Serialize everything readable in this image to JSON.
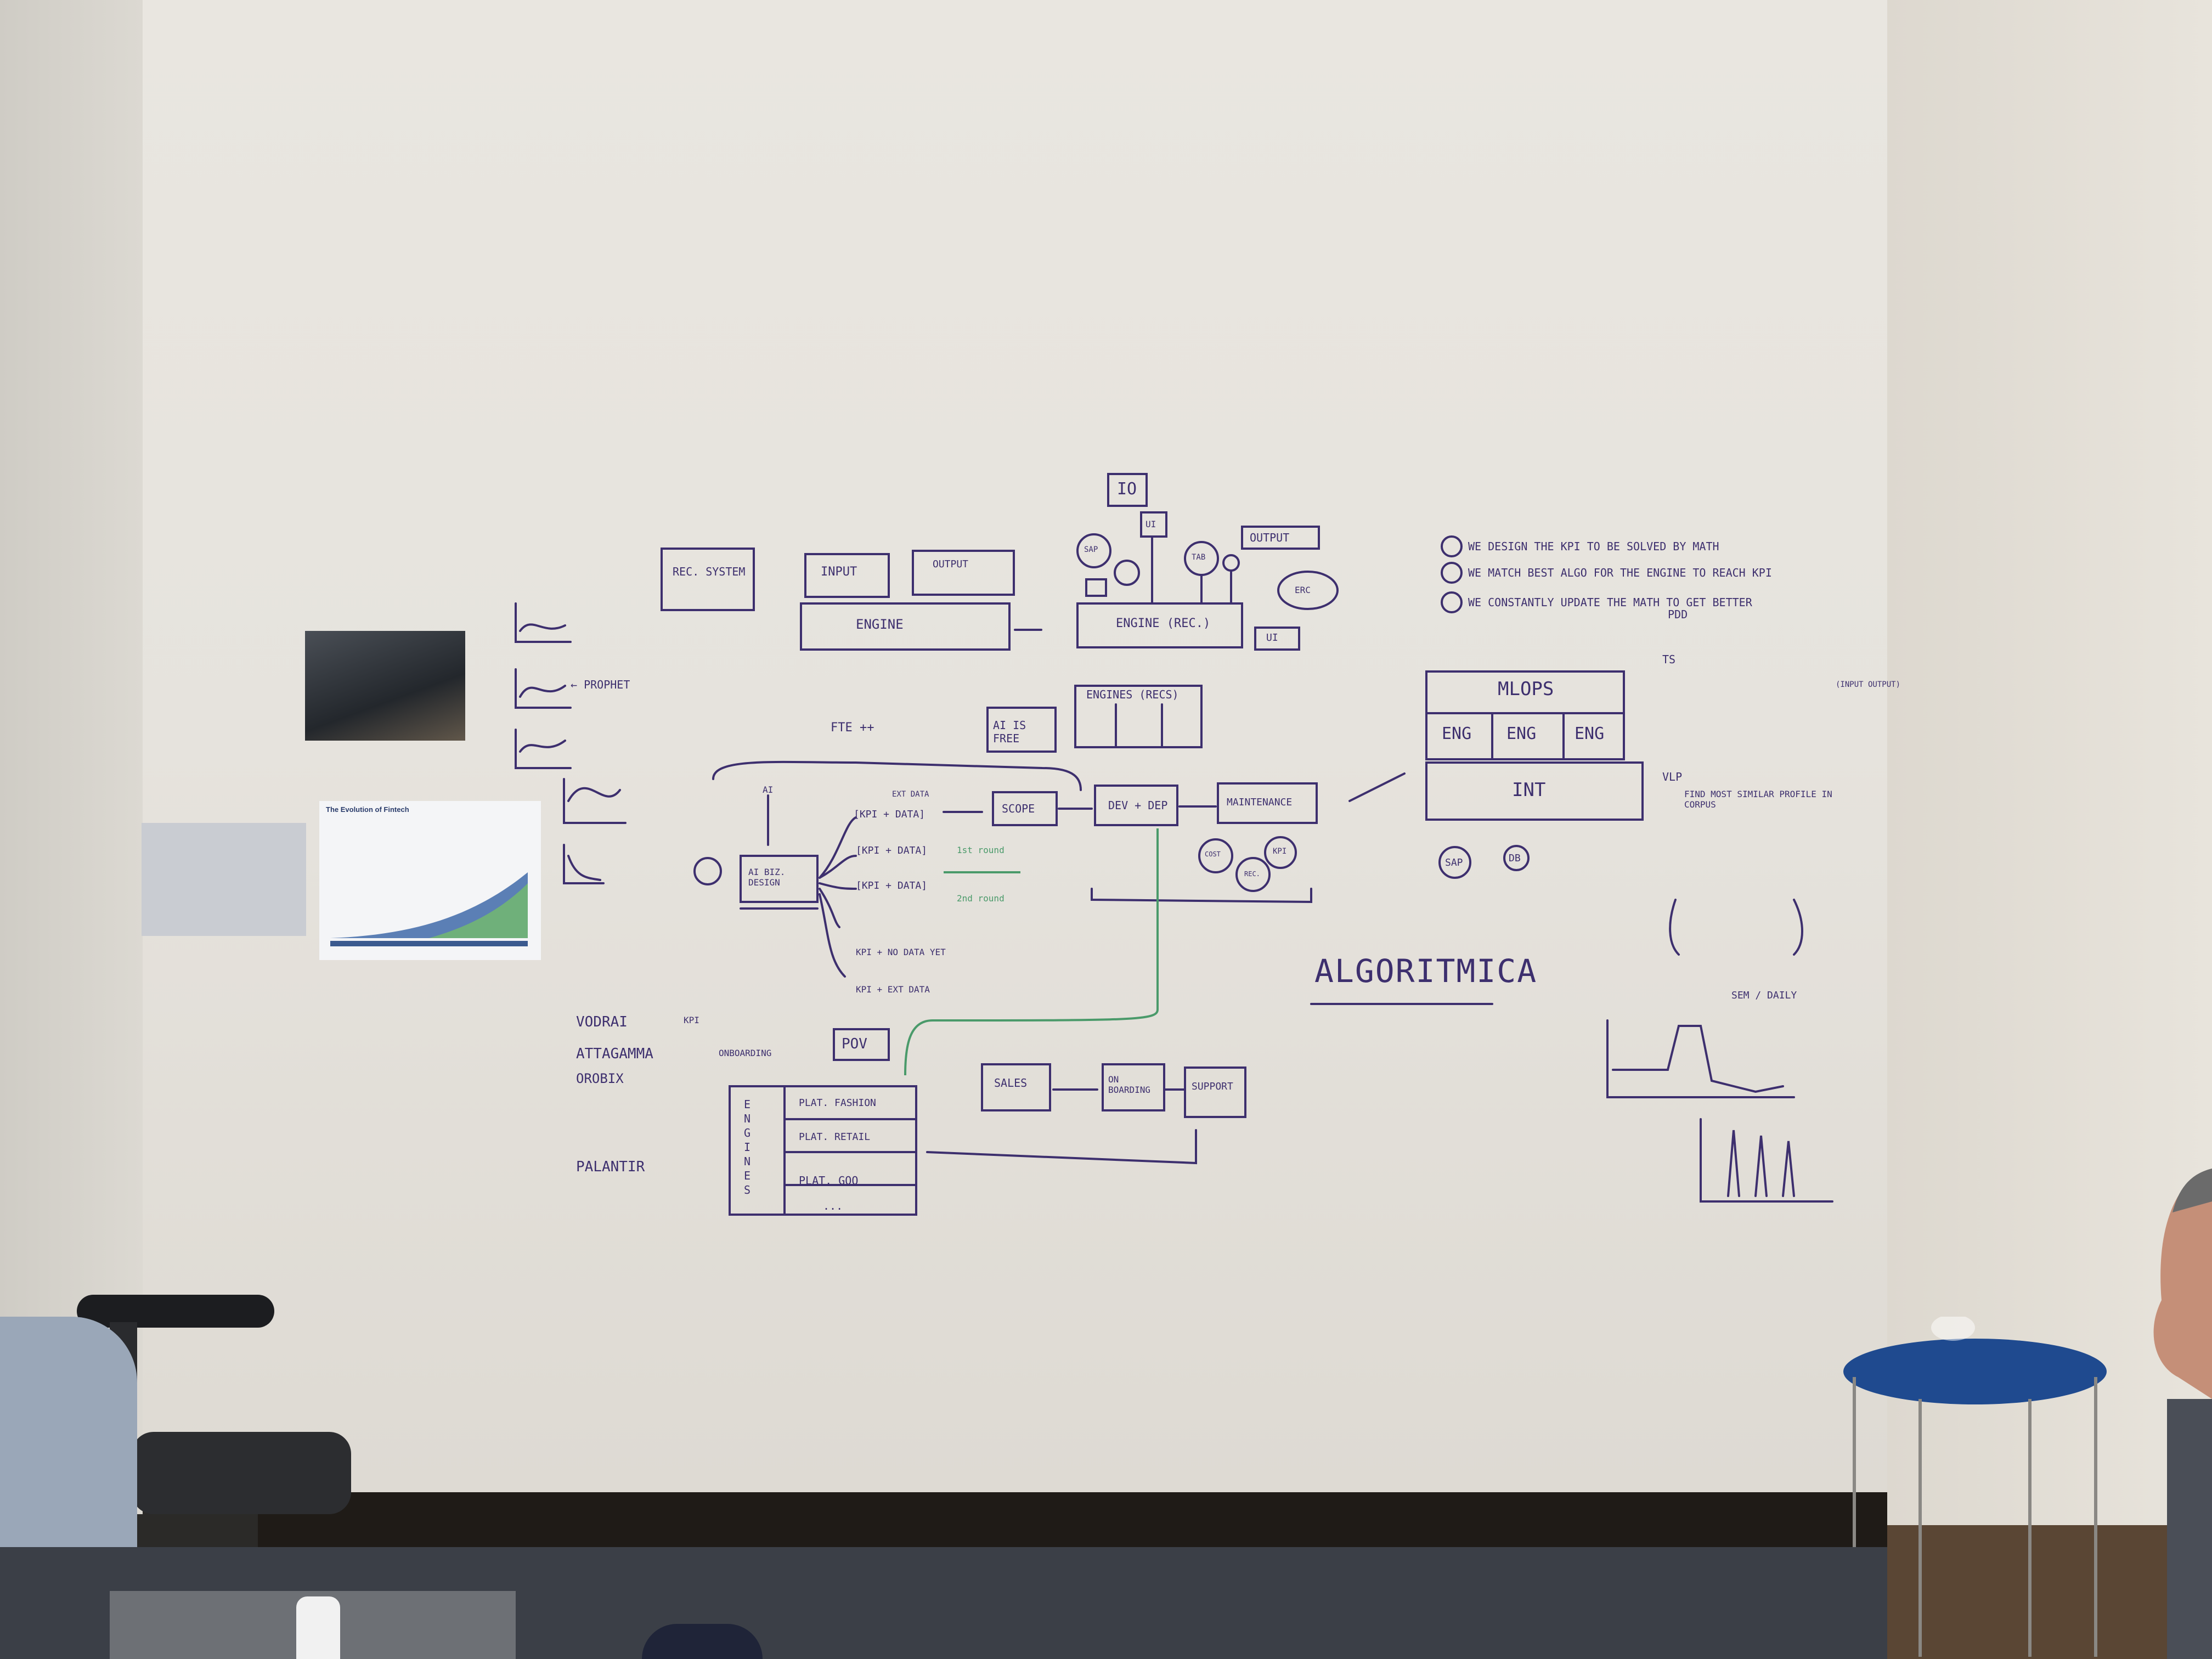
{
  "poster": {
    "title": "The Evolution of Fintech"
  },
  "board": {
    "left_diagram": {
      "rec_system": "REC. SYSTEM",
      "input": "INPUT",
      "output": "OUTPUT",
      "engine": "ENGINE",
      "prophet": "← PROPHET"
    },
    "top_diagram": {
      "io": "IO",
      "ui_top": "UI",
      "sap": "SAP",
      "tab": "TAB",
      "output": "OUTPUT",
      "erc": "ERC",
      "engine_rec": "ENGINE (REC.)",
      "ui_bottom": "UI"
    },
    "center_flow": {
      "fte": "FTE ++",
      "ai_is_free": "AI IS FREE",
      "engines_recs": "ENGINES (RECS)",
      "step_ai": "AI",
      "ai_biz_design": "AI BIZ. DESIGN",
      "kpi_data_1": "[KPI + DATA]",
      "kpi_data_2": "[KPI + DATA]",
      "kpi_data_3": "[KPI + DATA]",
      "kpi_no_data": "KPI + NO DATA YET",
      "kpi_ext_data": "KPI + EXT DATA",
      "ext_data": "EXT DATA",
      "scope": "SCOPE",
      "dev_dep": "DEV + DEP",
      "maintenance": "MAINTENANCE",
      "kpi": "KPI",
      "cost": "COST",
      "rec": "REC.",
      "first_round": "1st round",
      "second_round": "2nd round"
    },
    "mlops": {
      "title": "MLOPS",
      "eng1": "ENG",
      "eng2": "ENG",
      "eng3": "ENG",
      "int": "INT",
      "sap": "SAP",
      "db": "DB"
    },
    "notes": [
      "WE DESIGN THE KPI TO BE SOLVED BY MATH",
      "WE MATCH BEST ALGO FOR THE ENGINE TO REACH KPI",
      "WE CONSTANTLY UPDATE THE MATH TO GET BETTER"
    ],
    "right_notes": {
      "pdd": "PDD",
      "ts": "TS",
      "vlp": "VLP",
      "find_most_similar": "FIND MOST SIMILAR PROFILE IN CORPUS",
      "sem_daily": "SEM / DAILY",
      "input_output": "(INPUT OUTPUT)"
    },
    "bottom_flow": {
      "vodrai": "VODRAI",
      "kpi_tag": "KPI",
      "attagamma": "ATTAGAMMA",
      "onboarding": "ONBOARDING",
      "orobix": "OROBIX",
      "palantir": "PALANTIR",
      "pov": "POV",
      "engines_vertical": "ENGINES",
      "plat_fashion": "PLAT. FASHION",
      "plat_retail": "PLAT. RETAIL",
      "plat_goo": "PLAT. GOO",
      "ellipsis": "...",
      "sales": "SALES",
      "onboarding_box": "ON BOARDING",
      "support": "SUPPORT"
    },
    "brand": "ALGORITMICA"
  },
  "colors": {
    "ink_purple": "#3d2f6e",
    "ink_green": "#4a9a6a",
    "wall": "#e8e5df"
  }
}
